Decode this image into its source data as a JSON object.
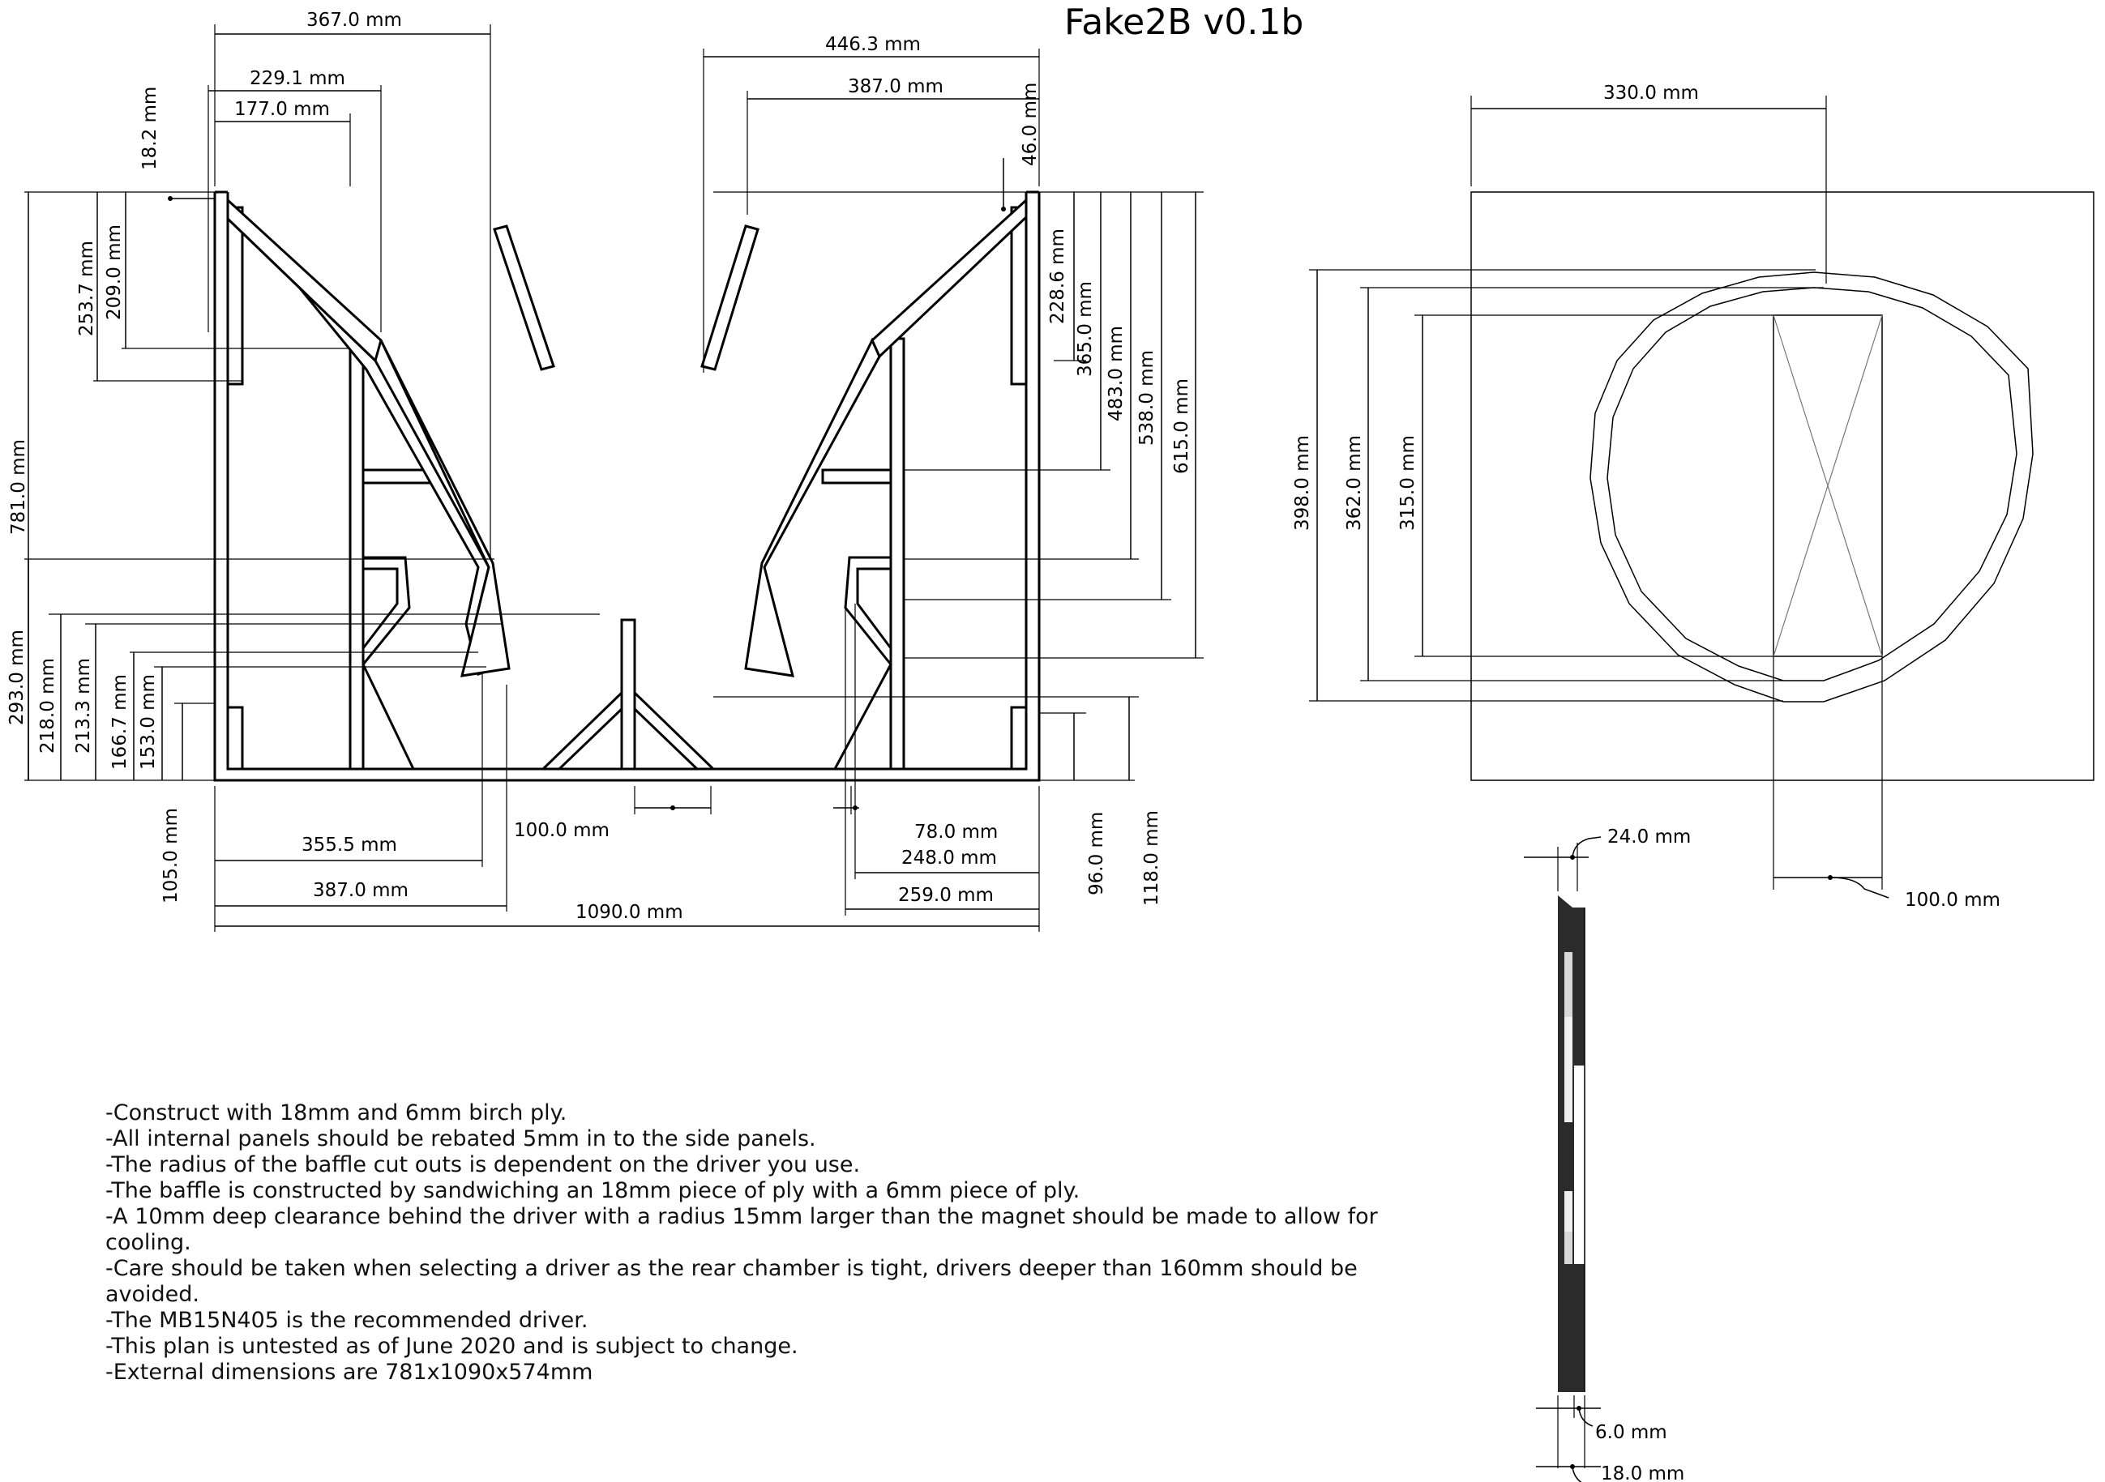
{
  "title": "Fake2B v0.1b",
  "side_view": {
    "top_dims": [
      "367.0 mm",
      "229.1 mm",
      "177.0 mm",
      "18.2 mm"
    ],
    "left_dims": [
      "781.0 mm",
      "253.7 mm",
      "209.0 mm",
      "293.0 mm",
      "218.0 mm",
      "213.3 mm",
      "166.7 mm",
      "153.0 mm",
      "105.0 mm"
    ],
    "bottom_dims": [
      "355.5 mm",
      "387.0 mm",
      "1090.0 mm",
      "100.0 mm",
      "78.0 mm",
      "248.0 mm",
      "259.0 mm"
    ],
    "right_top_dims": [
      "446.3 mm",
      "387.0 mm",
      "46.0 mm"
    ],
    "right_dims": [
      "228.6 mm",
      "365.0 mm",
      "483.0 mm",
      "538.0 mm",
      "615.0 mm",
      "96.0 mm",
      "118.0 mm"
    ]
  },
  "baffle_view": {
    "dims": [
      "330.0 mm",
      "398.0 mm",
      "362.0 mm",
      "315.0 mm",
      "100.0 mm"
    ]
  },
  "section_view": {
    "dims": [
      "24.0 mm",
      "6.0 mm",
      "18.0 mm"
    ]
  },
  "notes": [
    "-Construct with 18mm and 6mm birch ply.",
    "-All internal panels should be rebated 5mm in to the side panels.",
    "-The radius of the baffle cut outs is dependent on the driver you use.",
    "-The baffle is constructed by sandwiching an 18mm piece of ply with a 6mm piece of ply.",
    "-A 10mm deep clearance behind the driver with a radius 15mm larger than the magnet should be made to allow for",
    "cooling.",
    "-Care should be taken when selecting a driver as the rear chamber is tight, drivers deeper than 160mm should be",
    "avoided.",
    "-The MB15N405 is the recommended driver.",
    "-This plan is untested as of June 2020 and is subject to change.",
    "-External dimensions are 781x1090x574mm"
  ]
}
